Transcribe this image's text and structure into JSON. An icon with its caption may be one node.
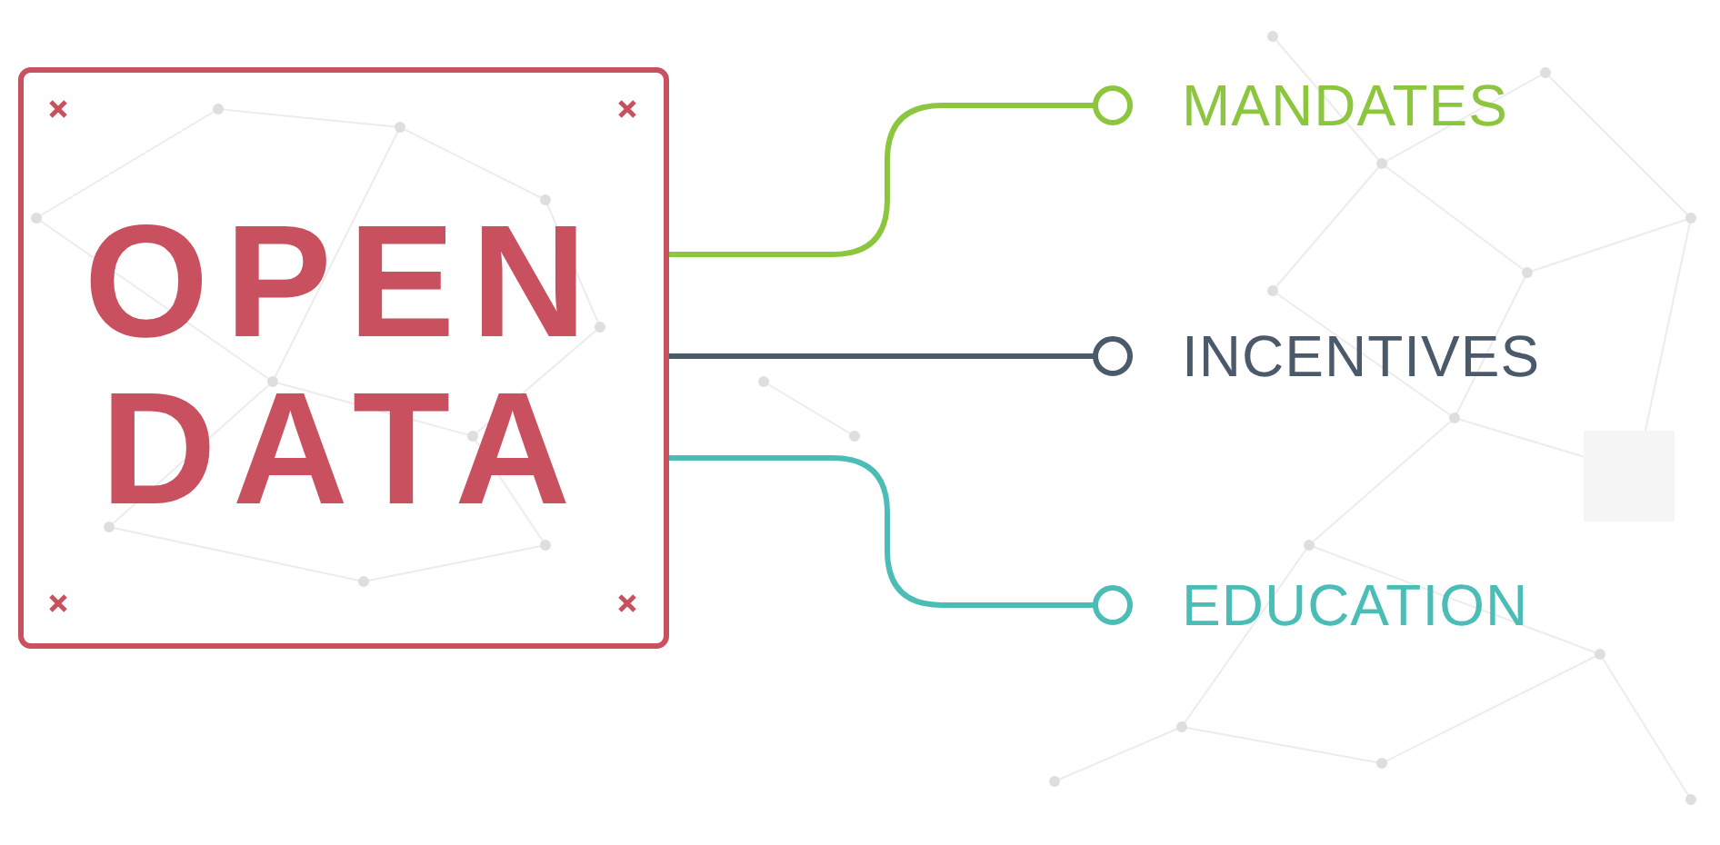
{
  "diagram": {
    "nodes": [
      {
        "text": [
          "OPEN DATA"
        ]
      },
      {
        "text": [
          "MANDATES"
        ]
      },
      {
        "text": [
          "INCENTIVES"
        ]
      },
      {
        "text": [
          "EDUCATION"
        ]
      }
    ],
    "edges": [
      {
        "from": 0,
        "to": 1,
        "arrow": "other",
        "color": "#8cc63e"
      },
      {
        "from": 0,
        "to": 2,
        "arrow": "other",
        "color": "#4b5a6b"
      },
      {
        "from": 0,
        "to": 3,
        "arrow": "other",
        "color": "#4bbdb6"
      }
    ]
  }
}
